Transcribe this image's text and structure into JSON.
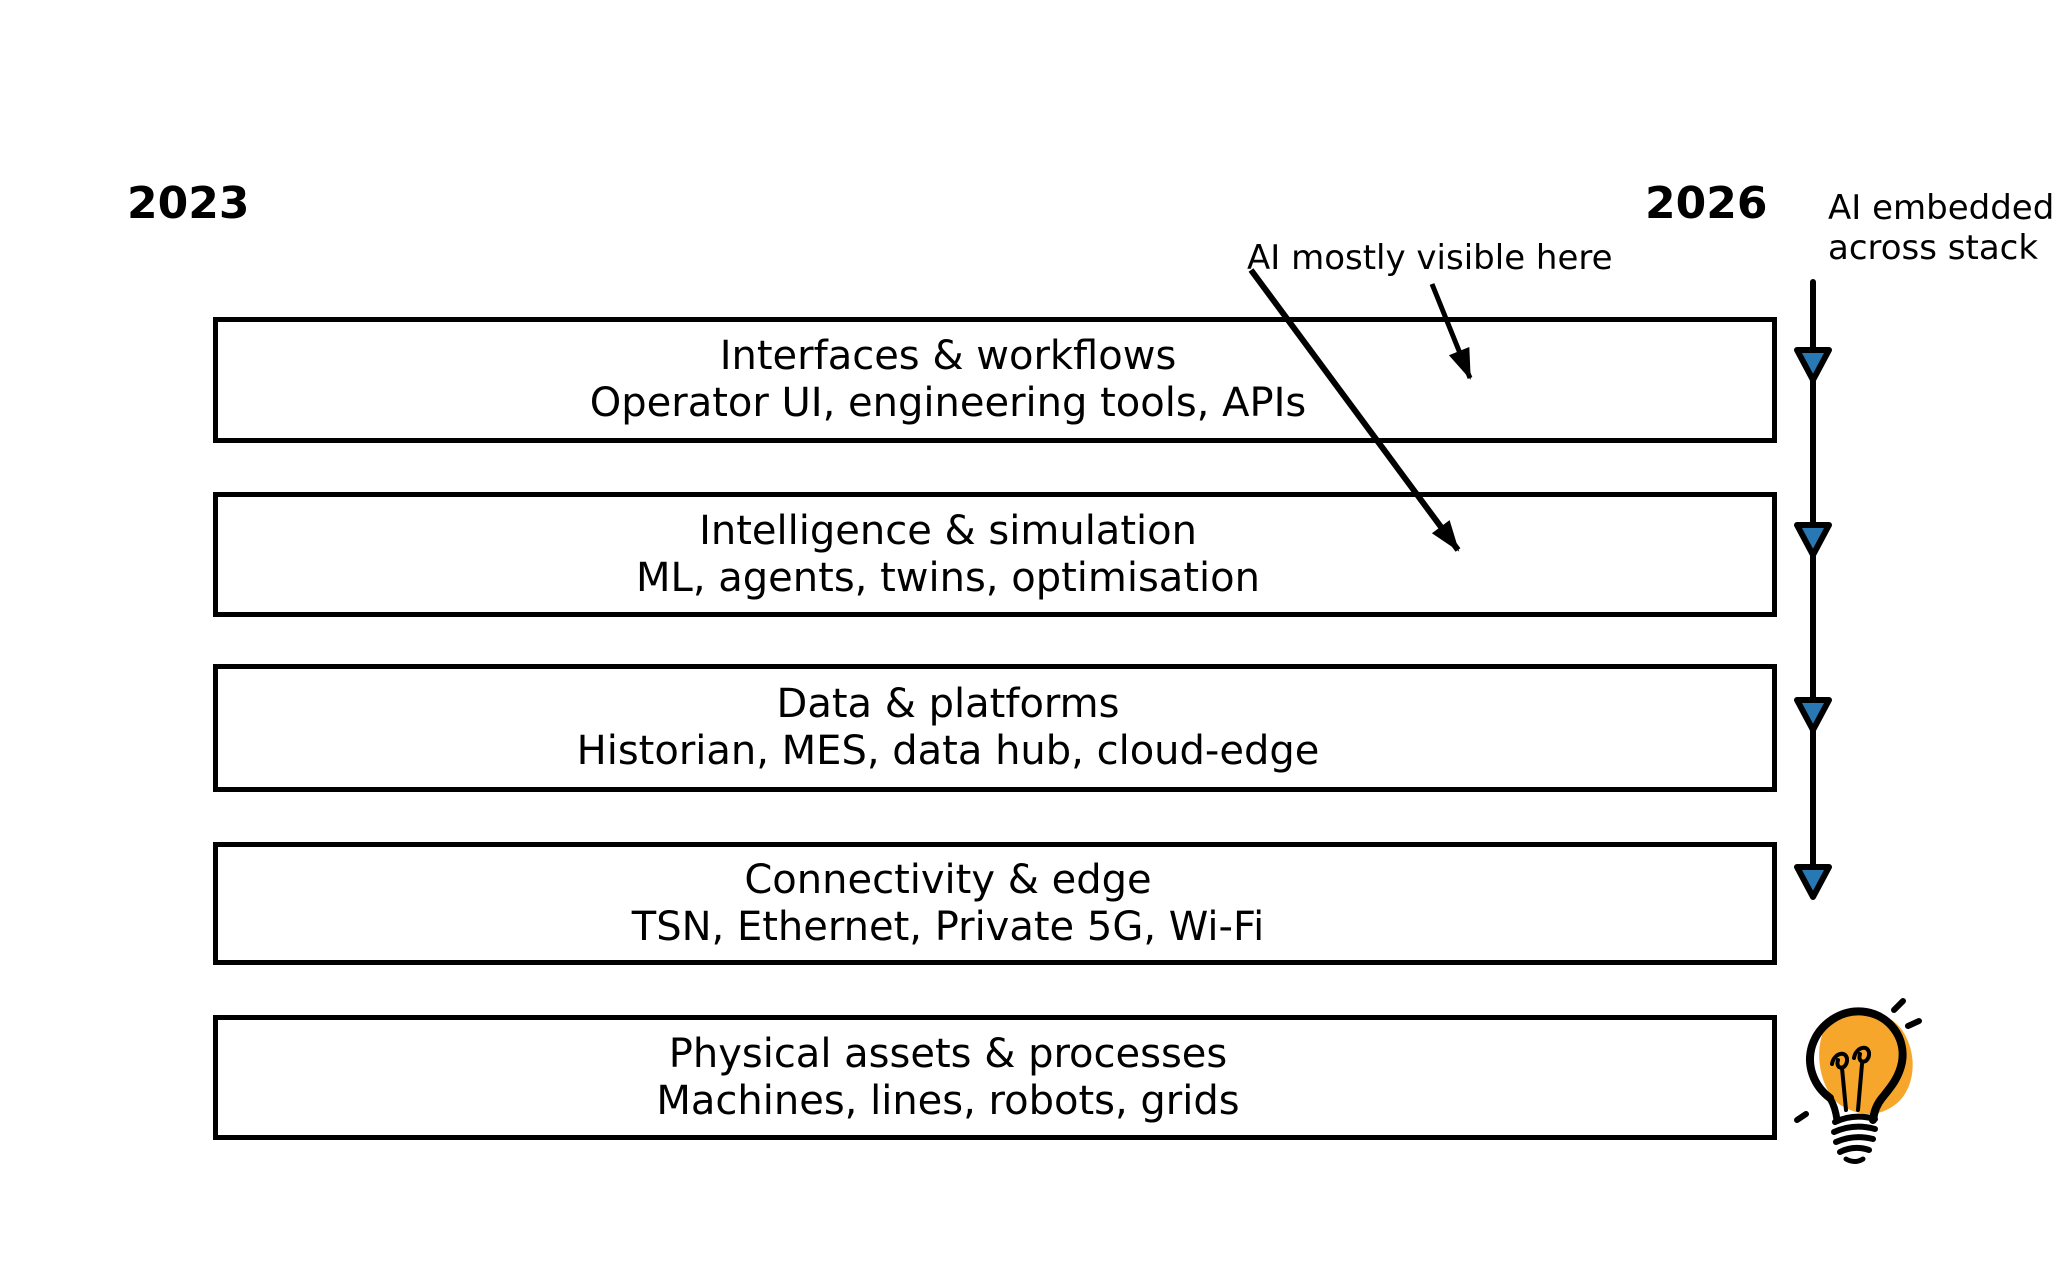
{
  "diagram": {
    "timeline": {
      "start_year": "2023",
      "end_year": "2026"
    },
    "annotations": {
      "ai_visible_label": "AI mostly visible here",
      "ai_embedded_line1": "AI embedded",
      "ai_embedded_line2": "across stack"
    },
    "layers": [
      {
        "title": "Interfaces & workflows",
        "subtitle": "Operator UI, engineering tools, APIs"
      },
      {
        "title": "Intelligence & simulation",
        "subtitle": "ML, agents, twins, optimisation"
      },
      {
        "title": "Data & platforms",
        "subtitle": "Historian, MES, data hub, cloud-edge"
      },
      {
        "title": "Connectivity & edge",
        "subtitle": "TSN, Ethernet, Private 5G, Wi-Fi"
      },
      {
        "title": "Physical assets & processes",
        "subtitle": "Machines, lines, robots, grids"
      }
    ],
    "icons": {
      "lightbulb": "lightbulb-icon",
      "down_arrowheads": "blue-down-arrowhead-icon"
    },
    "colors": {
      "outline": "#000000",
      "arrowhead_fill": "#2878B4",
      "bulb_orange": "#F5A62B",
      "background": "#FFFFFF"
    }
  }
}
